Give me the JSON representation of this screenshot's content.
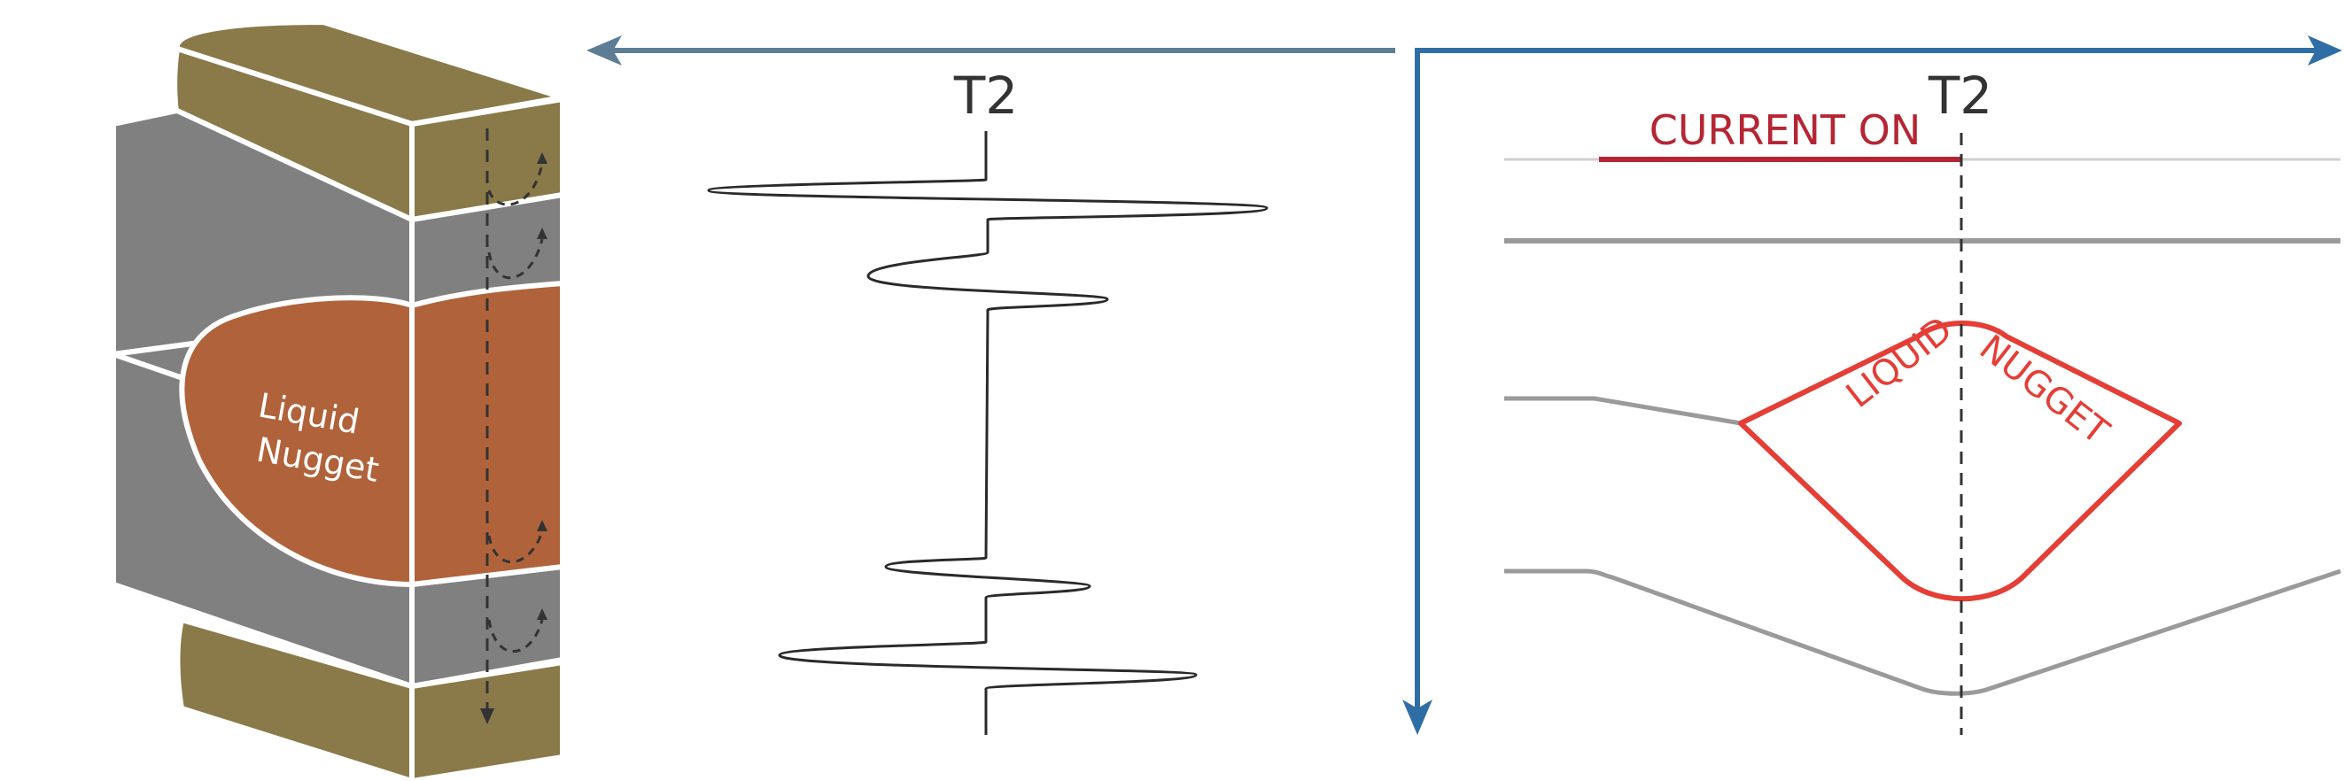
{
  "colors": {
    "sheet": "#8a7a4a",
    "electrode": "#808080",
    "nugget": "#b0633a",
    "arrow_blue": "#2f6ea5",
    "arrow_slate": "#5d7d95",
    "current": "#b52533",
    "nugget_outline": "#e43e36",
    "gray_line": "#9a9a9a",
    "light_line": "#cfcfcf",
    "signal": "#2a2a2a",
    "dashed": "#333333"
  },
  "labels": {
    "nugget_left_line1": "Liquid",
    "nugget_left_line2": "Nugget",
    "t2_center": "T2",
    "t2_right": "T2",
    "current_on": "CURRENT ON",
    "nugget_right_word1": "LIQUID",
    "nugget_right_word2": "NUGGET"
  }
}
